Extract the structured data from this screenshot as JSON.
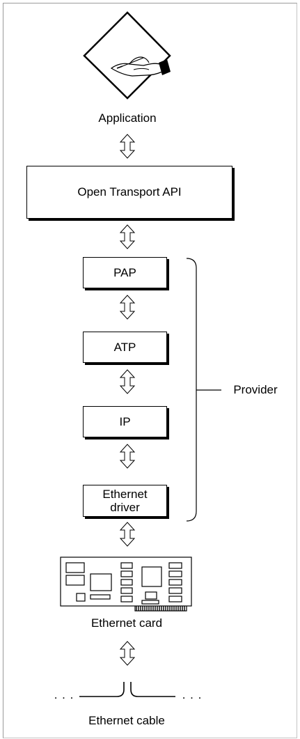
{
  "labels": {
    "application": "Application",
    "api": "Open Transport API",
    "pap": "PAP",
    "atp": "ATP",
    "ip": "IP",
    "ethernet_driver_line1": "Ethernet",
    "ethernet_driver_line2": "driver",
    "provider": "Provider",
    "ethernet_card": "Ethernet card",
    "ethernet_cable": "Ethernet cable",
    "cable_dots_left": ". . .",
    "cable_dots_right": ". . ."
  },
  "icons": {
    "application": "hand-writing-diamond-icon",
    "arrow": "double-arrow-icon",
    "card": "circuit-board-icon"
  }
}
